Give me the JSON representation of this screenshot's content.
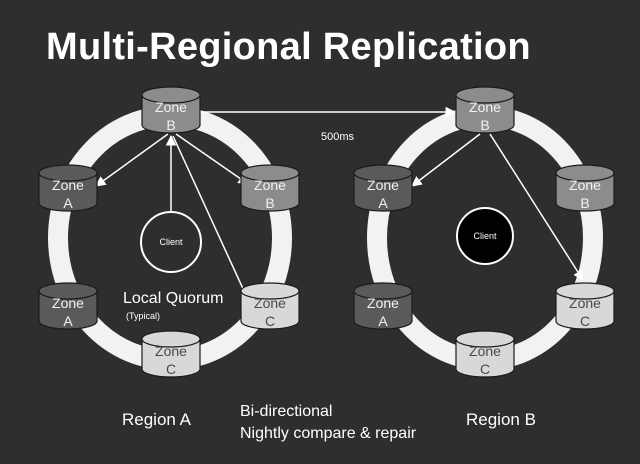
{
  "slide": {
    "title": "Multi-Regional Replication",
    "background_color": "#2e2e2e"
  },
  "colors": {
    "zone_dark": "#5a5a5a",
    "zone_medium": "#8c8c8c",
    "zone_light": "#d8d8d8",
    "ring": "#f2f2f2",
    "arrow": "#ffffff"
  },
  "latency_label": "500ms",
  "regions": [
    {
      "id": "region-a",
      "label": "Region A",
      "client_label": "Client",
      "client_style": "outline",
      "quorum_label": "Local Quorum",
      "quorum_sublabel": "(Typical)",
      "zones": [
        {
          "id": "top",
          "zone_word": "Zone",
          "letter": "B",
          "shade": "medium"
        },
        {
          "id": "upper-left",
          "zone_word": "Zone",
          "letter": "A",
          "shade": "dark"
        },
        {
          "id": "upper-right",
          "zone_word": "Zone",
          "letter": "B",
          "shade": "medium"
        },
        {
          "id": "lower-left",
          "zone_word": "Zone",
          "letter": "A",
          "shade": "dark"
        },
        {
          "id": "lower-right",
          "zone_word": "Zone",
          "letter": "C",
          "shade": "light"
        },
        {
          "id": "bottom",
          "zone_word": "Zone",
          "letter": "C",
          "shade": "light"
        }
      ]
    },
    {
      "id": "region-b",
      "label": "Region B",
      "client_label": "Client",
      "client_style": "filled",
      "zones": [
        {
          "id": "top",
          "zone_word": "Zone",
          "letter": "B",
          "shade": "medium"
        },
        {
          "id": "upper-left",
          "zone_word": "Zone",
          "letter": "A",
          "shade": "dark"
        },
        {
          "id": "upper-right",
          "zone_word": "Zone",
          "letter": "B",
          "shade": "medium"
        },
        {
          "id": "lower-left",
          "zone_word": "Zone",
          "letter": "A",
          "shade": "dark"
        },
        {
          "id": "lower-right",
          "zone_word": "Zone",
          "letter": "C",
          "shade": "light"
        },
        {
          "id": "bottom",
          "zone_word": "Zone",
          "letter": "C",
          "shade": "light"
        }
      ]
    }
  ],
  "replication_note": {
    "line1": "Bi-directional",
    "line2": "Nightly compare & repair"
  }
}
